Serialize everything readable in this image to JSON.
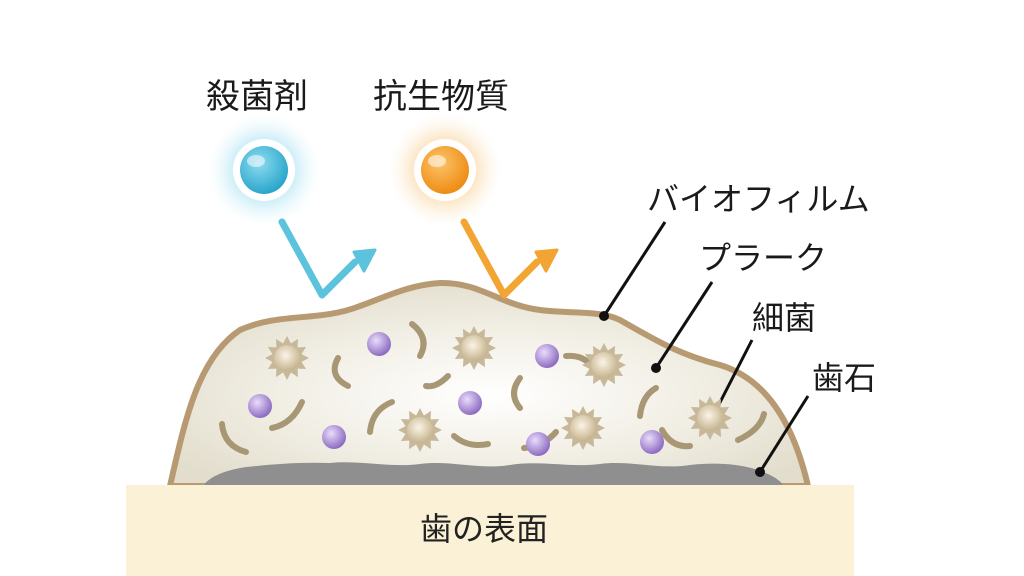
{
  "labels": {
    "disinfectant": "殺菌剤",
    "antibiotic": "抗生物質",
    "biofilm": "バイオフィルム",
    "plaque": "プラーク",
    "bacteria": "細菌",
    "tartar": "歯石",
    "tooth_surface": "歯の表面"
  },
  "colors": {
    "disinfectant_arrow": "#5bc3dc",
    "antibiotic_arrow": "#f2a533",
    "disinfectant_ball": "#3fb2d4",
    "antibiotic_ball": "#f29a23",
    "biofilm_outline": "#b89a72",
    "biofilm_fill": "#ece9dd",
    "tartar": "#8f8f8f",
    "tooth_surface": "#fbf1d6",
    "bacteria_round": "#9a7fc6",
    "bacteria_spiky": "#c8b89a",
    "bacteria_rod": "#a89774"
  },
  "icons": [
    "disinfectant-ball-icon",
    "antibiotic-ball-icon",
    "deflect-arrow-icon",
    "bacterium-spiky-icon",
    "bacterium-round-icon",
    "bacterium-rod-icon"
  ]
}
